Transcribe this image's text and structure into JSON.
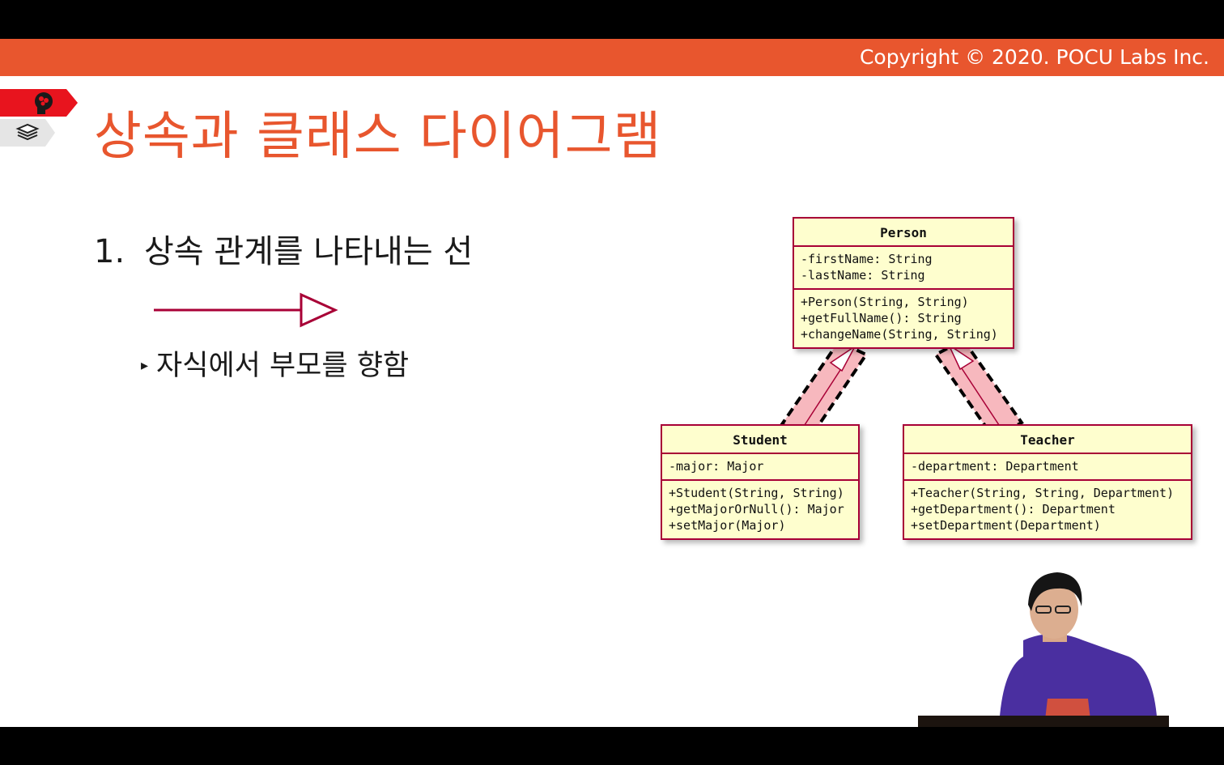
{
  "header": {
    "copyright": "Copyright © 2020. POCU Labs Inc."
  },
  "nav": {
    "icons": [
      "brain-head-icon",
      "book-stack-icon"
    ],
    "colors": {
      "active": "#e8141e",
      "inactive": "#e5e5e5"
    }
  },
  "slide": {
    "title": "상속과 클래스 다이어그램",
    "item1": {
      "number": "1.",
      "text": "상속 관계를 나타내는 선"
    },
    "sub_item": {
      "bullet": "▸",
      "text": "자식에서 부모를 향함"
    }
  },
  "diagram": {
    "person": {
      "name": "Person",
      "attributes": [
        "-firstName: String",
        "-lastName: String"
      ],
      "methods": [
        "+Person(String, String)",
        "+getFullName(): String",
        "+changeName(String, String)"
      ]
    },
    "student": {
      "name": "Student",
      "attributes": [
        "-major: Major"
      ],
      "methods": [
        "+Student(String, String)",
        "+getMajorOrNull(): Major",
        "+setMajor(Major)"
      ]
    },
    "teacher": {
      "name": "Teacher",
      "attributes": [
        "-department: Department"
      ],
      "methods": [
        "+Teacher(String, String, Department)",
        "+getDepartment(): Department",
        "+setDepartment(Department)"
      ]
    }
  },
  "colors": {
    "accent": "#e8562e",
    "uml_border": "#a80036",
    "uml_fill": "#fefece",
    "highlight_fill": "#f7b8be"
  }
}
